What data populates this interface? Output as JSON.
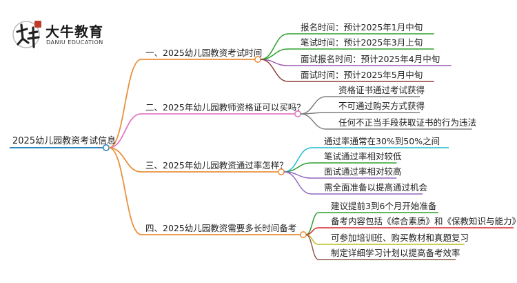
{
  "brand": {
    "name": "大牛教育",
    "subtitle": "DANIU EDUCATION",
    "mark_glyph": "大牛",
    "mark_color": "#c0392b"
  },
  "mindmap": {
    "root": {
      "label": "2025幼儿园教资考试信息",
      "color": "#2e86c1"
    },
    "branches": [
      {
        "label": "一、2025幼儿园教资考试时间",
        "color": "#e8913a",
        "children": [
          {
            "label": "报名时间：预计2025年1月中旬",
            "color": "#2ca02c"
          },
          {
            "label": "笔试时间：预计2025年3月上旬",
            "color": "#2ca02c"
          },
          {
            "label": "面试报名时间：预计2025年4月中旬",
            "color": "#9b59b6"
          },
          {
            "label": "面试时间：预计2025年5月中旬",
            "color": "#8e3b3b"
          }
        ]
      },
      {
        "label": "二、2025年幼儿园教师资格证可以买吗？",
        "color": "#e377c2",
        "children": [
          {
            "label": "资格证书通过考试获得",
            "color": "#7f7f7f"
          },
          {
            "label": "不可通过购买方式获得",
            "color": "#7f7f7f"
          },
          {
            "label": "任何不正当手段获取证书的行为违法",
            "color": "#7f7f7f"
          }
        ]
      },
      {
        "label": "三、2025年幼儿园教资通过率怎样？",
        "color": "#e8913a",
        "children": [
          {
            "label": "通过率通常在30%到50%之间",
            "color": "#17becf"
          },
          {
            "label": "笔试通过率相对较低",
            "color": "#2ca02c"
          },
          {
            "label": "面试通过率相对较高",
            "color": "#9467bd"
          },
          {
            "label": "需全面准备以提高通过机会",
            "color": "#9467bd"
          }
        ]
      },
      {
        "label": "四、2025幼儿园教资需要多长时间备考",
        "color": "#e8913a",
        "children": [
          {
            "label": "建议提前3到6个月开始准备",
            "color": "#2ca02c"
          },
          {
            "label": "备考内容包括《综合素质》和《保教知识与能力》",
            "color": "#d62728"
          },
          {
            "label": "可参加培训班、购买教材和真题复习",
            "color": "#bcbd22"
          },
          {
            "label": "制定详细学习计划以提高备考效率",
            "color": "#8c564b"
          }
        ]
      }
    ]
  }
}
